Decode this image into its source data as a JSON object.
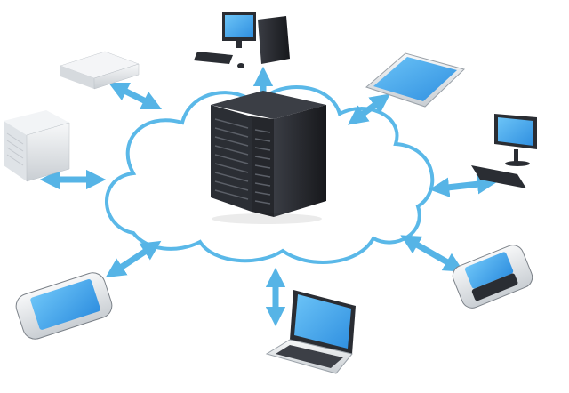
{
  "diagram": {
    "colors": {
      "cloud_stroke": "#5ab8e8",
      "arrow": "#56b4e6",
      "screen": "#4aa6ec",
      "device_dark": "#2a2d33",
      "device_light": "#e9ecef",
      "server_rack": "#1f2126"
    },
    "hub": {
      "label": "",
      "icon": "server-rack-icon"
    },
    "devices": [
      {
        "id": "desktop-pc",
        "icon": "desktop-computer-icon"
      },
      {
        "id": "tablet",
        "icon": "tablet-icon"
      },
      {
        "id": "monitor-keyboard",
        "icon": "monitor-keyboard-icon"
      },
      {
        "id": "smartphone-qwerty",
        "icon": "qwerty-phone-icon"
      },
      {
        "id": "laptop",
        "icon": "laptop-icon"
      },
      {
        "id": "smartphone",
        "icon": "smartphone-icon"
      },
      {
        "id": "tower-server",
        "icon": "tower-server-icon"
      },
      {
        "id": "rack-server-unit",
        "icon": "rack-unit-icon"
      }
    ]
  }
}
